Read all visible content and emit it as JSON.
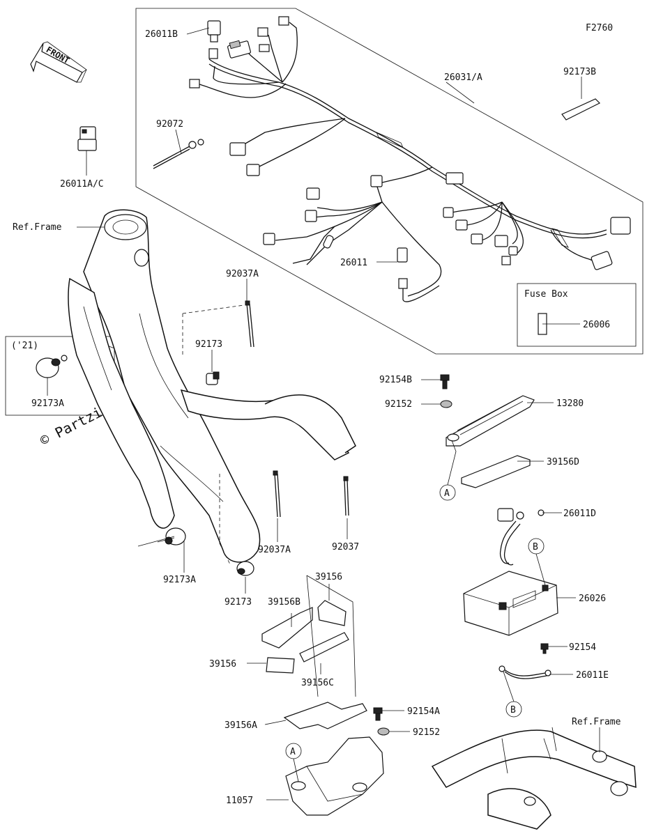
{
  "figure_code": "F2760",
  "front_label": "FRONT",
  "watermark": "© Partzilla.com",
  "fuse_box": {
    "title": "Fuse Box",
    "part": "26006"
  },
  "year_box": {
    "year": "('21)",
    "part": "92173A"
  },
  "ref_frame": "Ref.Frame",
  "callout_a": "A",
  "callout_b": "B",
  "labels": {
    "p26011B": "26011B",
    "p26031A": "26031/A",
    "p92173B": "92173B",
    "p92072": "92072",
    "p26011AC": "26011A/C",
    "p26011": "26011",
    "p92037A_top": "92037A",
    "p92173_top": "92173",
    "p92154B": "92154B",
    "p92152_top": "92152",
    "p13280": "13280",
    "p39156D": "39156D",
    "p26011D": "26011D",
    "p26026": "26026",
    "p92173A_low": "92173A",
    "p92037A_low": "92037A",
    "p92037": "92037",
    "p92173_low": "92173",
    "p39156_top": "39156",
    "p39156B": "39156B",
    "p39156_left": "39156",
    "p39156C": "39156C",
    "p92154": "92154",
    "p26011E": "26011E",
    "p39156A": "39156A",
    "p92154A": "92154A",
    "p92152_low": "92152",
    "p11057": "11057"
  }
}
